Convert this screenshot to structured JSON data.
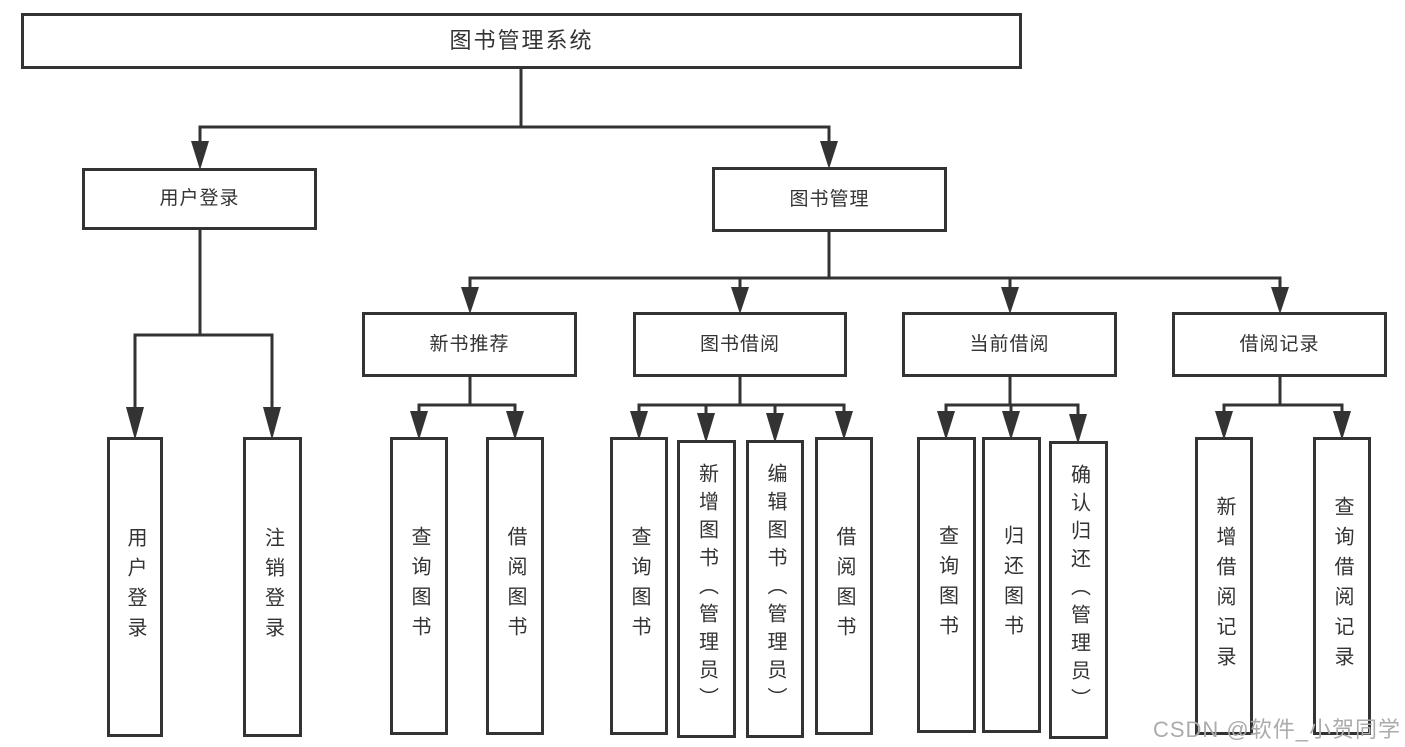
{
  "diagram": {
    "root": {
      "label": "图书管理系统"
    },
    "branches": [
      {
        "label": "用户登录",
        "children": [
          {
            "label": "用户登录"
          },
          {
            "label": "注销登录"
          }
        ]
      },
      {
        "label": "图书管理",
        "children": [
          {
            "label": "新书推荐",
            "children": [
              {
                "label": "查询图书"
              },
              {
                "label": "借阅图书"
              }
            ]
          },
          {
            "label": "图书借阅",
            "children": [
              {
                "label": "查询图书"
              },
              {
                "label": "新增图书（管理员）"
              },
              {
                "label": "编辑图书（管理员）"
              },
              {
                "label": "借阅图书"
              }
            ]
          },
          {
            "label": "当前借阅",
            "children": [
              {
                "label": "查询图书"
              },
              {
                "label": "归还图书"
              },
              {
                "label": "确认归还（管理员）"
              }
            ]
          },
          {
            "label": "借阅记录",
            "children": [
              {
                "label": "新增借阅记录"
              },
              {
                "label": "查询借阅记录"
              }
            ]
          }
        ]
      }
    ]
  },
  "watermark": {
    "text": "CSDN @软件_小贺同学"
  },
  "colors": {
    "line": "#333333",
    "box_fill": "#ffffff",
    "text": "#333333",
    "watermark": "#ababab",
    "background": "#ffffff"
  }
}
